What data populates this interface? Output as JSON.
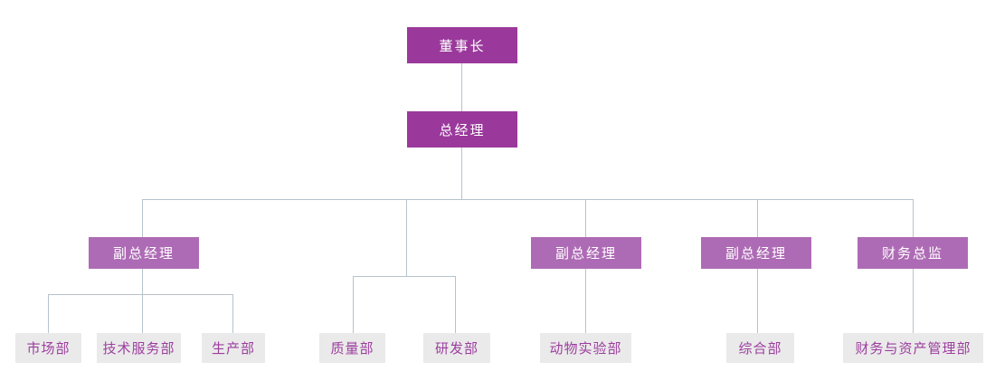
{
  "colors": {
    "box-primary": "#9A399B",
    "box-secondary": "#AE6BB5",
    "dept-bg": "#EAEAEA",
    "dept-text": "#9C3E9E",
    "line": "#B6C3CC",
    "box-text": "#FFFFFF",
    "page-bg": "#FFFFFF"
  },
  "nodes": {
    "chairman": "董事长",
    "general_manager": "总经理",
    "deputy_gm_1": "副总经理",
    "deputy_gm_2": "副总经理",
    "deputy_gm_3": "副总经理",
    "finance_director": "财务总监",
    "dept_market": "市场部",
    "dept_tech_service": "技术服务部",
    "dept_production": "生产部",
    "dept_quality": "质量部",
    "dept_rnd": "研发部",
    "dept_animal_lab": "动物实验部",
    "dept_general": "综合部",
    "dept_finance_asset": "财务与资产管理部"
  },
  "chart_data": {
    "type": "org-chart",
    "title": "",
    "hierarchy": {
      "label": "董事长",
      "children": [
        {
          "label": "总经理",
          "children": [
            {
              "label": "副总经理",
              "children": [
                "市场部",
                "技术服务部",
                "生产部"
              ]
            },
            {
              "label": "",
              "children": [
                "质量部",
                "研发部"
              ]
            },
            {
              "label": "副总经理",
              "children": [
                "动物实验部"
              ]
            },
            {
              "label": "副总经理",
              "children": [
                "综合部"
              ]
            },
            {
              "label": "财务总监",
              "children": [
                "财务与资产管理部"
              ]
            }
          ]
        }
      ]
    }
  }
}
